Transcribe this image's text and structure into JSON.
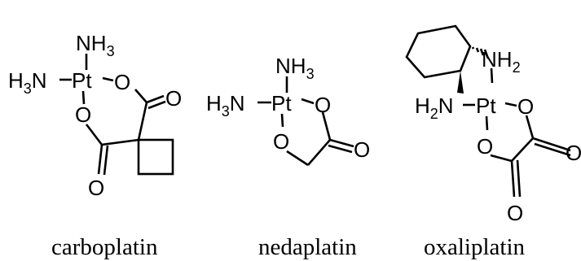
{
  "diagram": {
    "compounds": [
      {
        "caption": "carboplatin",
        "labels": {
          "nh3_top": "NH",
          "nh3_top_sub": "3",
          "h3n_h": "H",
          "h3n_sub": "3",
          "h3n_n": "N",
          "pt": "Pt",
          "o1": "O",
          "o2": "O",
          "o3": "O",
          "o4": "O"
        }
      },
      {
        "caption": "nedaplatin",
        "labels": {
          "nh3_top": "NH",
          "nh3_top_sub": "3",
          "h3n_h": "H",
          "h3n_sub": "3",
          "h3n_n": "N",
          "pt": "Pt",
          "o1": "O",
          "o2": "O",
          "o3": "O"
        }
      },
      {
        "caption": "oxaliplatin",
        "labels": {
          "nh2_top": "NH",
          "nh2_top_sub": "2",
          "h2n_h": "H",
          "h2n_sub": "2",
          "h2n_n": "N",
          "pt": "Pt",
          "o1": "O",
          "o2": "O",
          "o3": "O",
          "o4": "O"
        }
      }
    ]
  }
}
